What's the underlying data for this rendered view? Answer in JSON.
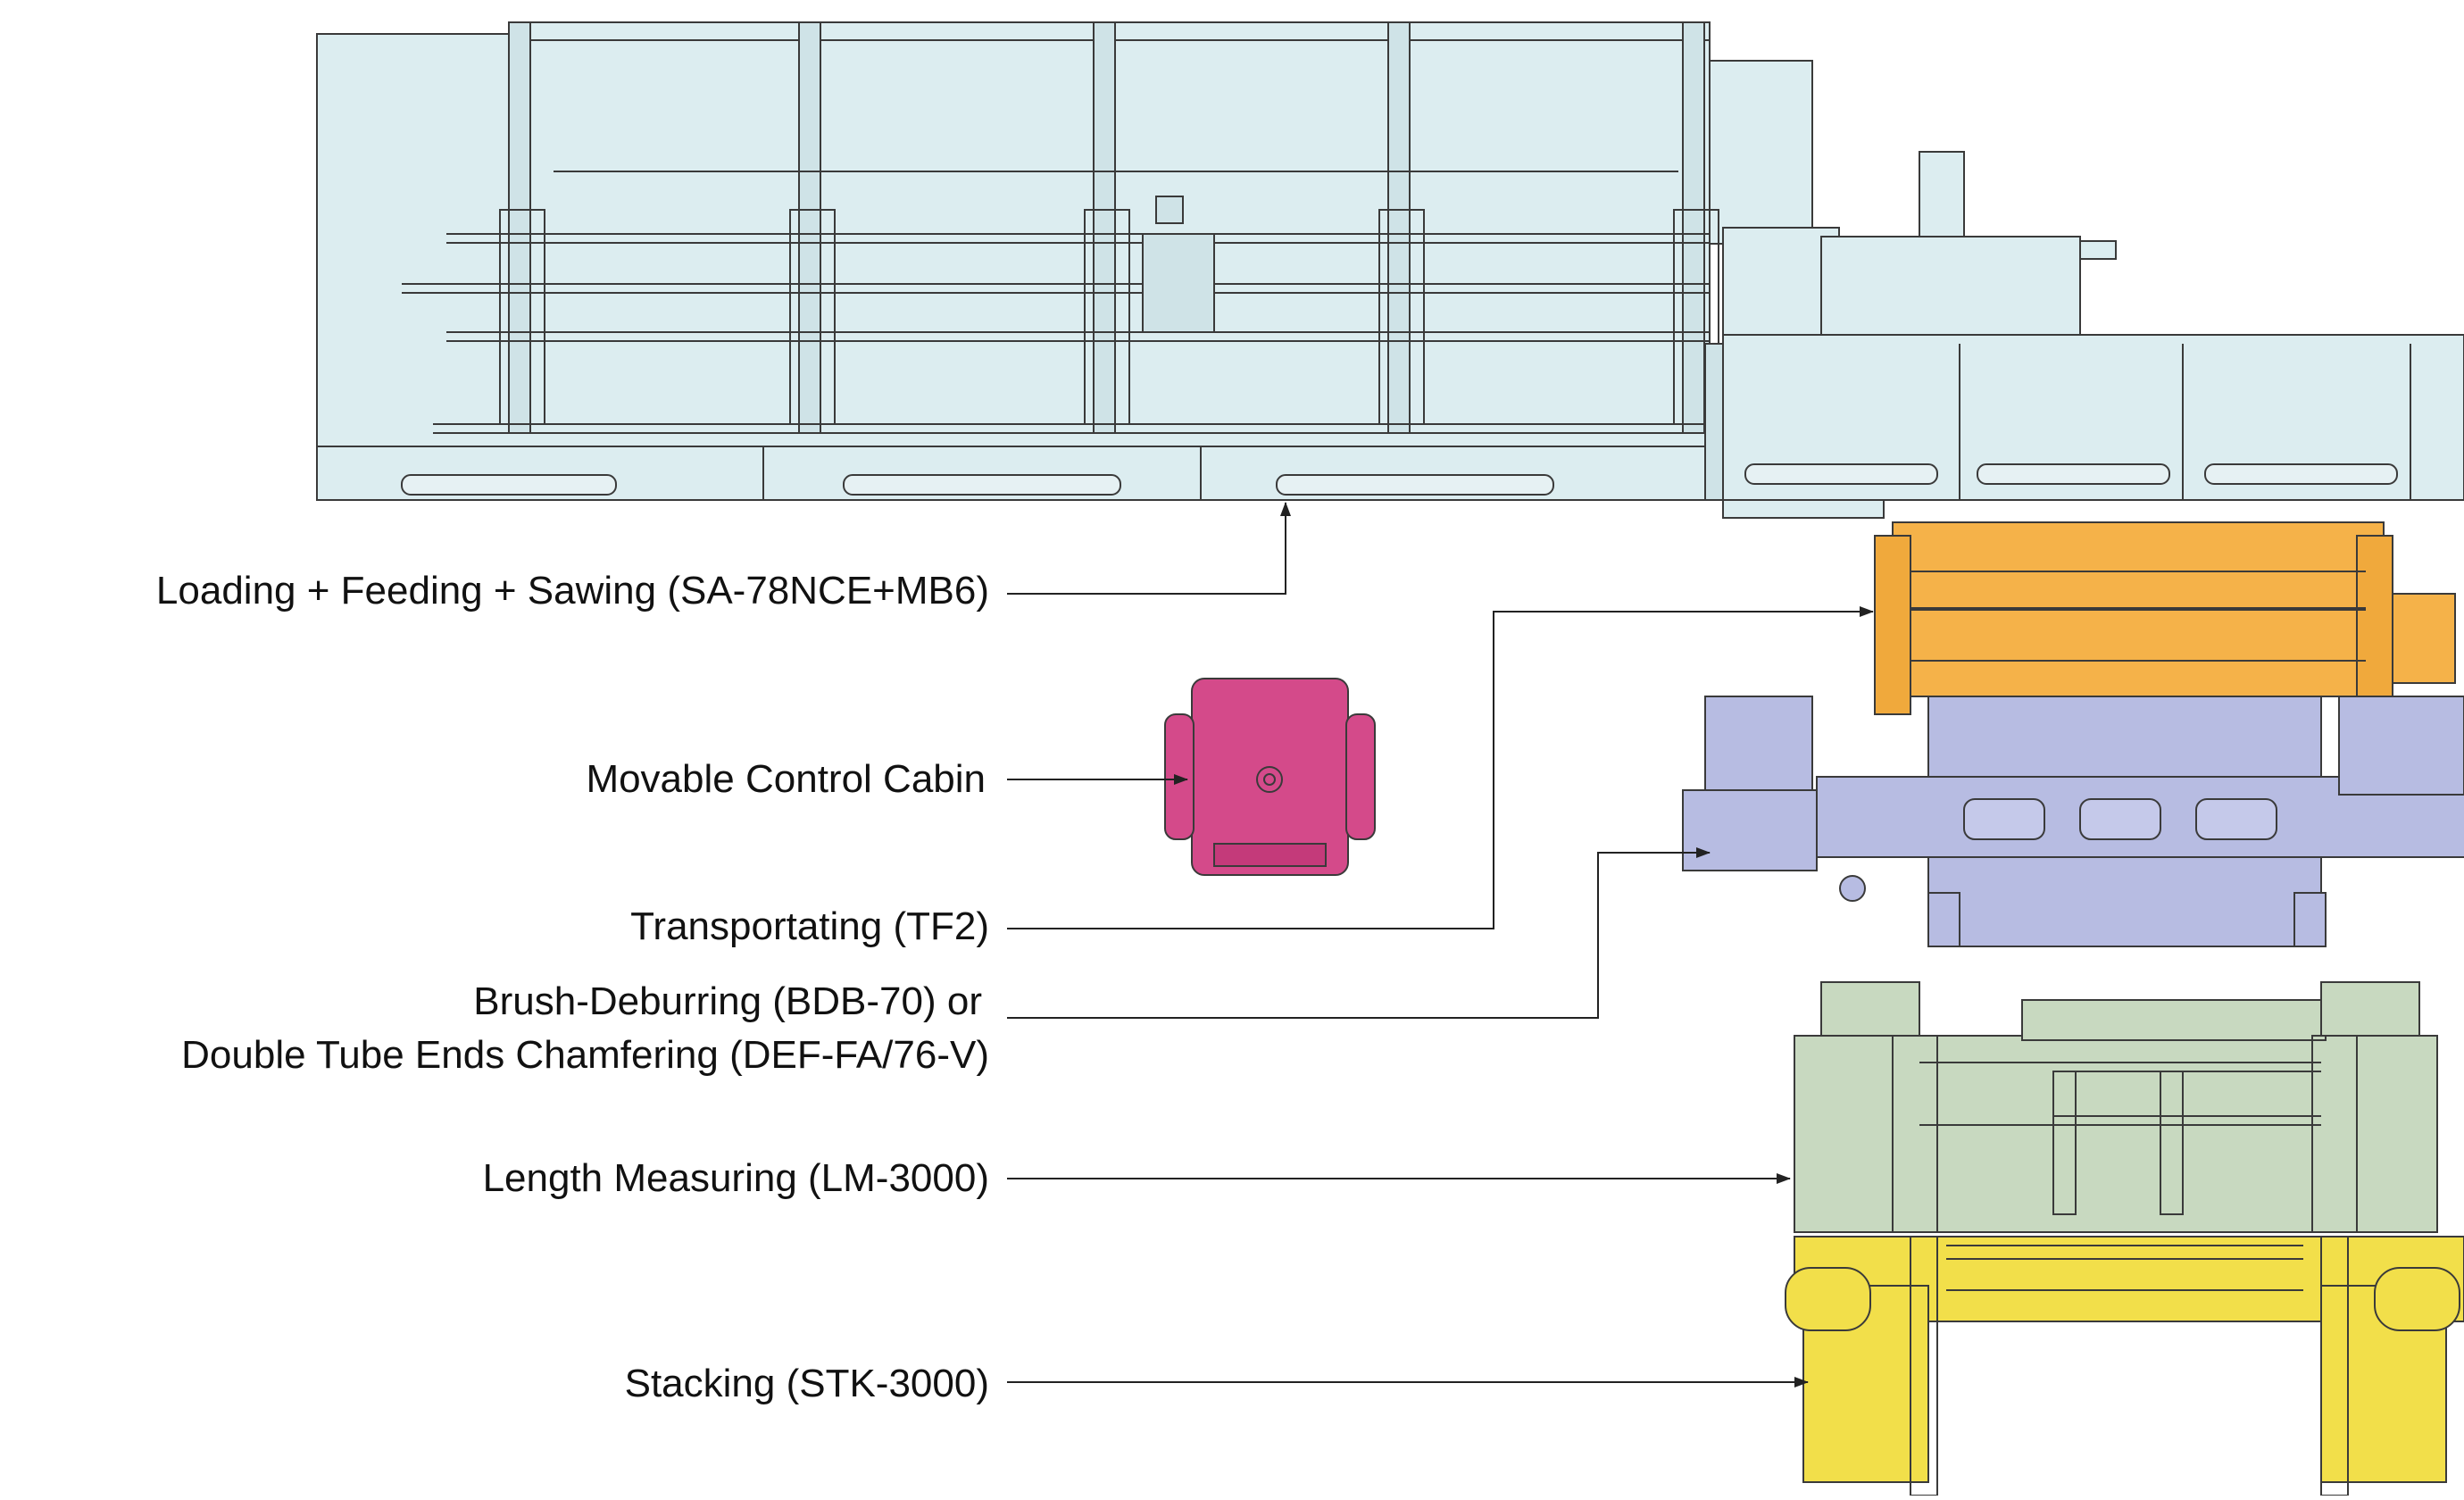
{
  "labels": {
    "loading": "Loading + Feeding + Sawing (SA-78NCE+MB6)",
    "cabin": "Movable Control Cabin",
    "transport": "Transportating (TF2)",
    "brush_line1": "Brush-Deburring (BDB-70) or",
    "brush_line2": "Double Tube Ends Chamfering (DEF-FA/76-V)",
    "length": "Length Measuring (LM-3000)",
    "stacking": "Stacking (STK-3000)"
  },
  "colors": {
    "loading_unit": "#dcedf0",
    "cabin": "#d44a8a",
    "transport_unit": "#f5b249",
    "brush_unit": "#b7bce2",
    "length_unit": "#c8d9c0",
    "stacking_unit": "#f2df4a",
    "outline": "#3a3a3a"
  }
}
